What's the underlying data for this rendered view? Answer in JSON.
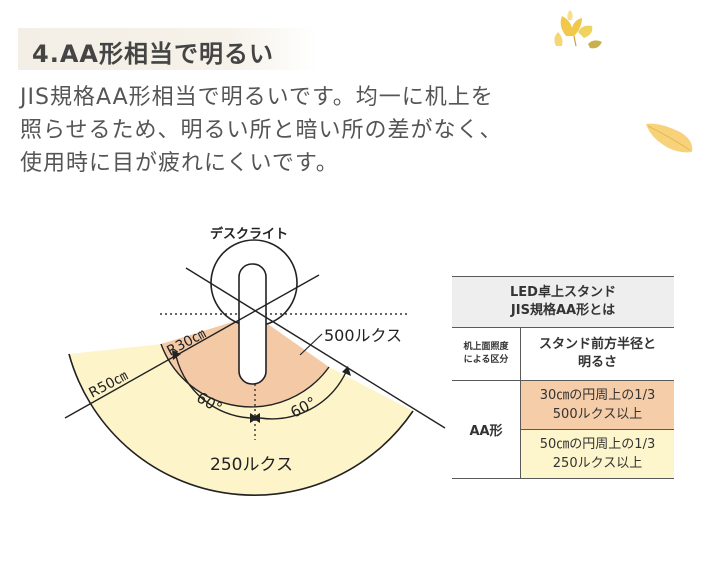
{
  "heading": "4.AA形相当で明るい",
  "body_lines": [
    "JIS規格AA形相当で明るいです。均一に机上を",
    "照らせるため、明るい所と暗い所の差がなく、",
    "使用時に目が疲れにくいです。"
  ],
  "diagram": {
    "lamp_label": "デスクライト",
    "r30_label": "R30㎝",
    "r50_label": "R50㎝",
    "lux500_label": "500ルクス",
    "lux250_label": "250ルクス",
    "angle_left": "60°",
    "angle_right": "60°",
    "colors": {
      "inner": "#f4c9a6",
      "outer": "#fdf5c9",
      "line": "#222222"
    }
  },
  "table": {
    "title_line1": "LED卓上スタンド",
    "title_line2": "JIS規格AA形とは",
    "label_line1": "机上面照度",
    "label_line2": "による区分",
    "col_line1": "スタンド前方半径と",
    "col_line2": "明るさ",
    "class_label": "AA形",
    "row1_line1": "30㎝の円周上の1/3",
    "row1_line2": "500ルクス以上",
    "row2_line1": "50㎝の円周上の1/3",
    "row2_line2": "250ルクス以上"
  },
  "decor": {
    "leaf_color_1": "#f2c84b",
    "leaf_color_2": "#f7d27a"
  }
}
